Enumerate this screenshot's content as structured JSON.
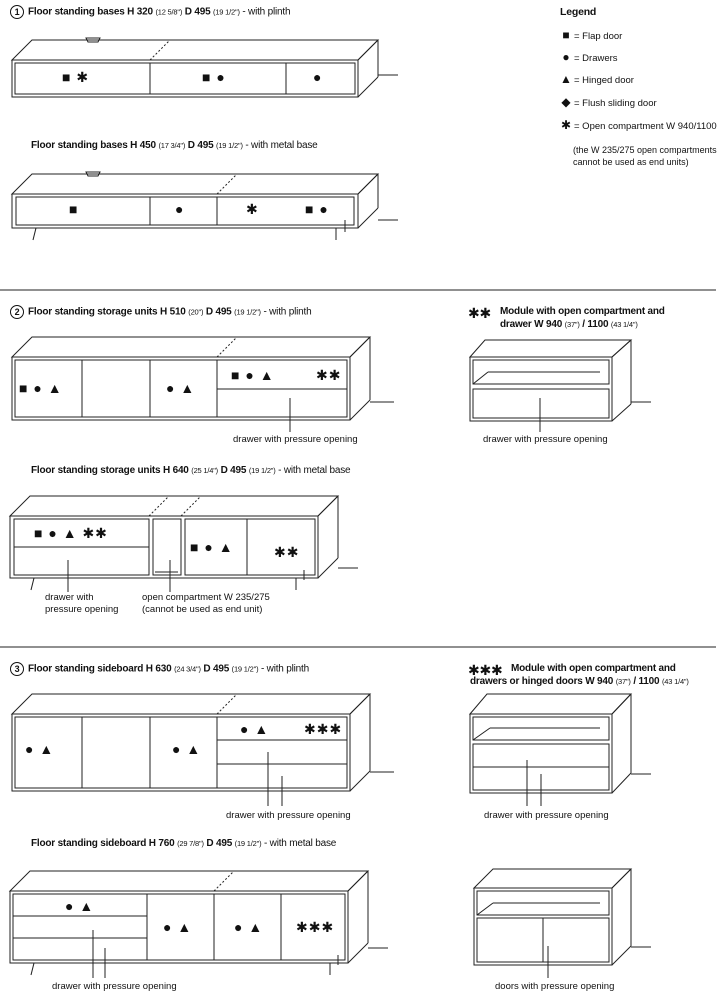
{
  "legend": {
    "title": "Legend",
    "items": [
      {
        "symbol": "■",
        "label": "= Flap door"
      },
      {
        "symbol": "●",
        "label": "= Drawers"
      },
      {
        "symbol": "▲",
        "label": "= Hinged door"
      },
      {
        "symbol": "◆",
        "label": "= Flush sliding door"
      },
      {
        "symbol": "✱",
        "label": "= Open compartment W 940/1100"
      }
    ],
    "note": [
      "(the W 235/275 open compartments",
      "cannot be used as end units)"
    ]
  },
  "sections": {
    "s1": {
      "number": "1",
      "title_a": "Floor standing bases H 320",
      "title_a_small": "(12 5/8\")",
      "title_b": "D 495",
      "title_b_small": "(19 1/2\")",
      "title_c": "- with plinth",
      "sub_bold": "Floor standing bases H 450",
      "sub_small": "(17 3/4\")",
      "sub_d": "D 495",
      "sub_d_small": "(19 1/2\")",
      "sub_tail": "- with metal base",
      "cab1_symbols": [
        "■ ✱",
        "■ ●",
        "●"
      ],
      "cab2_symbols": [
        "■",
        "●",
        "✱",
        "■ ●"
      ]
    },
    "s2": {
      "number": "2",
      "title_a": "Floor standing storage units H 510",
      "title_a_small": "(20\")",
      "title_b": "D 495",
      "title_b_small": "(19 1/2\")",
      "title_c": "- with plinth",
      "module_stars": "✱✱",
      "module_title_1": "Module with open compartment and",
      "module_title_2": "drawer W 940",
      "module_title_2_small": "(37\")",
      "module_title_2b": "/ 1100",
      "module_title_2b_small": "(43 1/4\")",
      "cab1_symbols": [
        "■ ● ▲",
        "● ▲",
        "■ ● ▲",
        "✱✱"
      ],
      "cab1_caption": "drawer with pressure opening",
      "module_caption": "drawer with pressure opening",
      "sub_bold": "Floor standing storage units H 640",
      "sub_small": "(25 1/4\")",
      "sub_d": "D 495",
      "sub_d_small": "(19 1/2\")",
      "sub_tail": "- with metal base",
      "cab2_symbols": [
        "■ ● ▲ ✱✱",
        "■ ● ▲",
        "✱✱"
      ],
      "cab2_caption_1": [
        "drawer with",
        "pressure opening"
      ],
      "cab2_caption_2": [
        "open compartment W 235/275",
        "(cannot be used as end unit)"
      ]
    },
    "s3": {
      "number": "3",
      "title_a": "Floor standing sideboard H 630",
      "title_a_small": "(24 3/4\")",
      "title_b": "D 495",
      "title_b_small": "(19 1/2\")",
      "title_c": "- with plinth",
      "module_stars": "✱✱✱",
      "module_title_1": "Module with open compartment and",
      "module_title_2": "drawers or hinged doors W 940",
      "module_title_2_small": "(37\")",
      "module_title_2b": "/ 1100",
      "module_title_2b_small": "(43 1/4\")",
      "cab1_symbols": [
        "● ▲",
        "● ▲",
        "● ▲",
        "✱✱✱"
      ],
      "cab1_caption": "drawer with pressure opening",
      "module_caption": "drawer with pressure opening",
      "sub_bold": "Floor standing sideboard H 760",
      "sub_small": "(29 7/8\")",
      "sub_d": "D 495",
      "sub_d_small": "(19 1/2\")",
      "sub_tail": "- with metal base",
      "cab2_symbols": [
        "● ▲",
        "● ▲",
        "● ▲",
        "✱✱✱"
      ],
      "cab2_caption": "drawer with pressure opening",
      "module2_caption": "doors with pressure opening"
    }
  }
}
